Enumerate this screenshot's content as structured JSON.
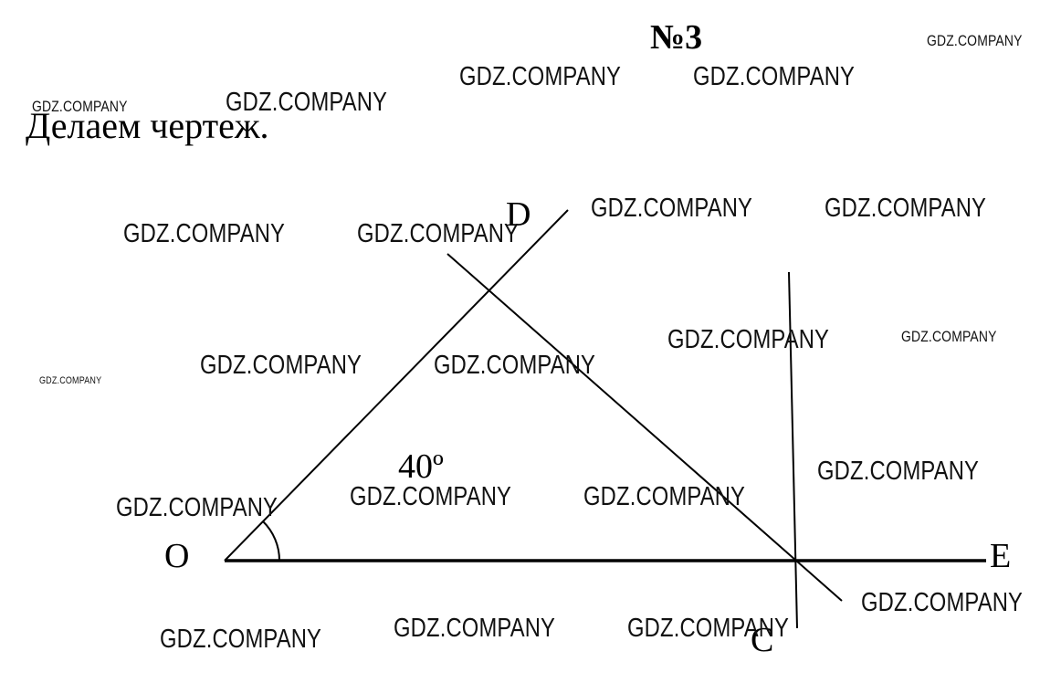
{
  "header": {
    "problem_number": "№3",
    "instruction": "Делаем чертеж."
  },
  "diagram": {
    "points": {
      "O": "O",
      "D": "D",
      "C": "C",
      "E": "E"
    },
    "angle_label": "40º"
  },
  "watermark_text": "GDZ.COMPANY"
}
